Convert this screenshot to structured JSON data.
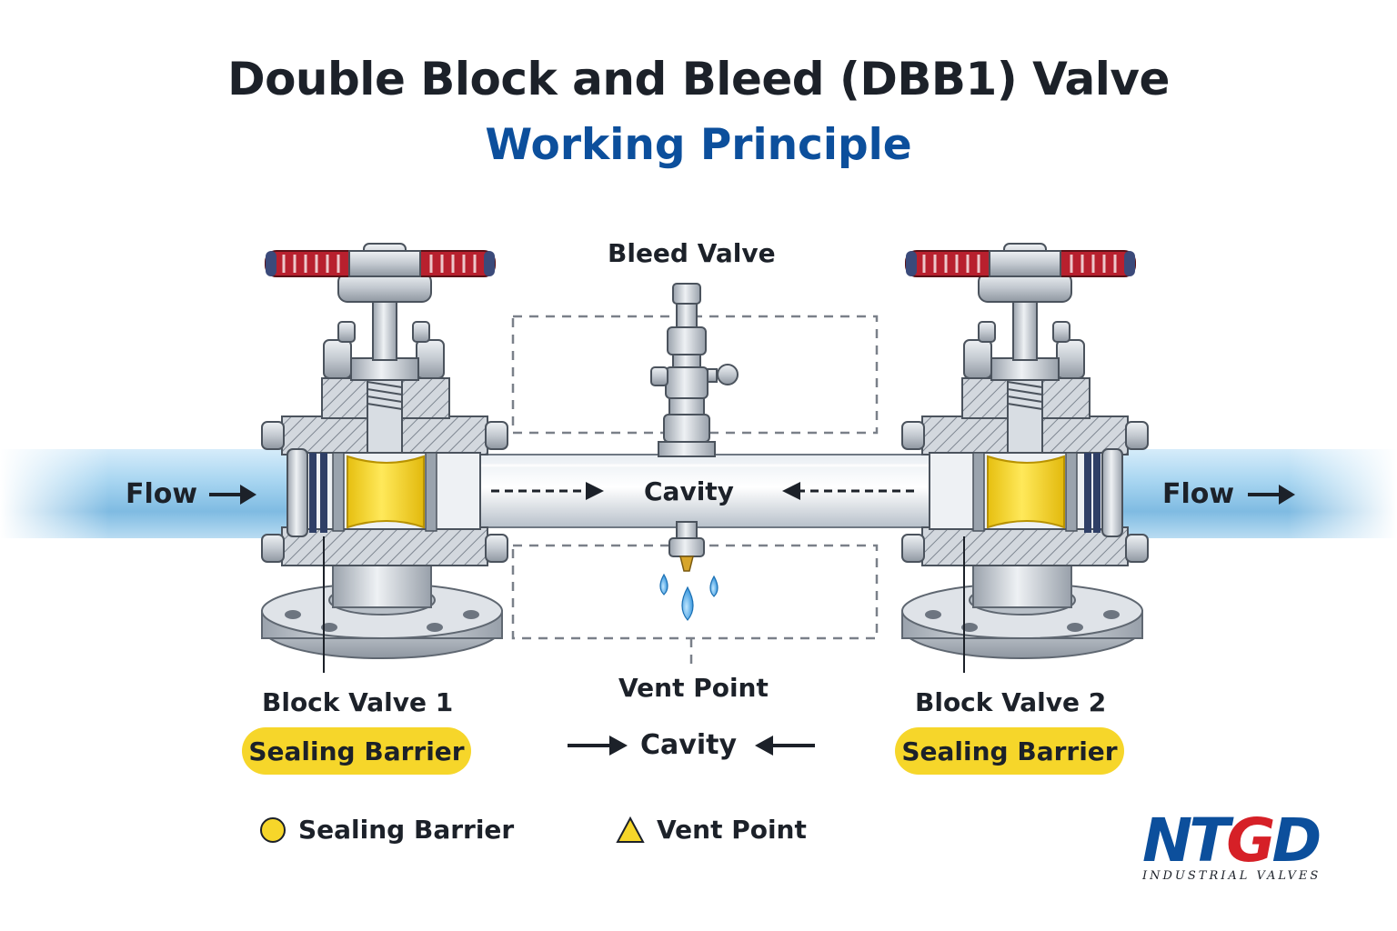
{
  "title": "Double Block and Bleed (DBB1) Valve",
  "subtitle": "Working Principle",
  "labels": {
    "bleed_valve": "Bleed Valve",
    "cavity_center": "Cavity",
    "flow_left": "Flow",
    "flow_right": "Flow",
    "vent_point": "Vent Point",
    "block_valve_1": "Block Valve 1",
    "block_valve_2": "Block Valve 2",
    "sealing_barrier_1": "Sealing Barrier",
    "sealing_barrier_2": "Sealing Barrier",
    "cavity_bottom": "Cavity"
  },
  "legend": [
    {
      "symbol": "circle",
      "label": "Sealing Barrier",
      "color": "#f6d62a"
    },
    {
      "symbol": "triangle",
      "label": "Vent Point",
      "color": "#f6d62a"
    }
  ],
  "logo": {
    "mark": "NTGD",
    "tagline": "INDUSTRIAL VALVES"
  },
  "colors": {
    "title": "#1c2129",
    "subtitle": "#0c4f9c",
    "pipe": "#9fd0ef",
    "seal": "#f6d62a",
    "handwheel": "#b8202e",
    "steel": "#c7cdd4"
  }
}
